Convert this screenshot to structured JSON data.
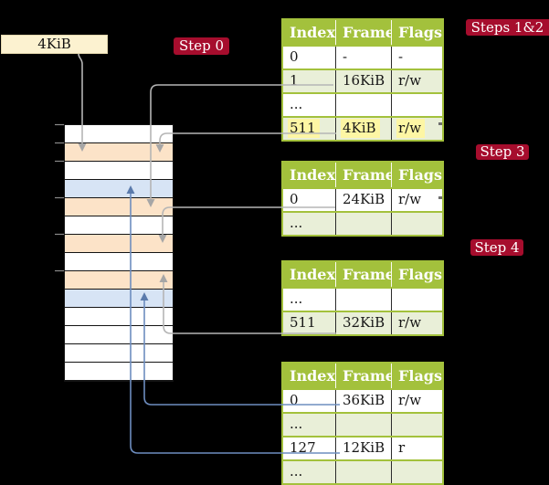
{
  "colors": {
    "background": "#000000",
    "green": "#a3c13c",
    "rowAlt": "#e9efd8",
    "hl": "#fdf6a4",
    "red": "#a60d2d",
    "cream": "#fcf2d0",
    "creamBorder": "#e3d7ad",
    "peach": "#fce3c8",
    "blueRow": "#d7e4f5",
    "grayLine": "#b5b5b5",
    "grayHead": "#a6a6a6",
    "blueLine": "#6d8dbf",
    "blueHead": "#5b7bac"
  },
  "size_box": {
    "label": "4KiB"
  },
  "steps": {
    "step0": "Step 0",
    "steps12": "Steps 1&2",
    "step3": "Step 3",
    "step4": "Step 4"
  },
  "memory": {
    "rows": [
      {
        "shade": "white"
      },
      {
        "shade": "peach"
      },
      {
        "shade": "white"
      },
      {
        "shade": "blue"
      },
      {
        "shade": "peach"
      },
      {
        "shade": "white"
      },
      {
        "shade": "peach"
      },
      {
        "shade": "white"
      },
      {
        "shade": "peach"
      },
      {
        "shade": "blue"
      },
      {
        "shade": "white"
      },
      {
        "shade": "white"
      },
      {
        "shade": "white"
      },
      {
        "shade": "white"
      }
    ]
  },
  "tables": {
    "t1": {
      "headers": [
        "Index",
        "Frame",
        "Flags"
      ],
      "rows": [
        {
          "index": "0",
          "frame": "-",
          "flags": "-",
          "shade": "",
          "hl": ""
        },
        {
          "index": "1",
          "frame": "16KiB",
          "flags": "r/w",
          "shade": "alt",
          "hl": ""
        },
        {
          "index": "...",
          "frame": "",
          "flags": "",
          "shade": "",
          "hl": ""
        },
        {
          "index": "511",
          "frame": "4KiB",
          "flags": "r/w",
          "shade": "alt",
          "hl": "hl"
        }
      ]
    },
    "t2": {
      "headers": [
        "Index",
        "Frame",
        "Flags"
      ],
      "rows": [
        {
          "index": "0",
          "frame": "24KiB",
          "flags": "r/w",
          "shade": "",
          "hl": ""
        },
        {
          "index": "...",
          "frame": "",
          "flags": "",
          "shade": "alt",
          "hl": ""
        }
      ]
    },
    "t3": {
      "headers": [
        "Index",
        "Frame",
        "Flags"
      ],
      "rows": [
        {
          "index": "...",
          "frame": "",
          "flags": "",
          "shade": "",
          "hl": ""
        },
        {
          "index": "511",
          "frame": "32KiB",
          "flags": "r/w",
          "shade": "alt",
          "hl": ""
        }
      ]
    },
    "t4": {
      "headers": [
        "Index",
        "Frame",
        "Flags"
      ],
      "rows": [
        {
          "index": "0",
          "frame": "36KiB",
          "flags": "r/w",
          "shade": "",
          "hl": ""
        },
        {
          "index": "...",
          "frame": "",
          "flags": "",
          "shade": "alt",
          "hl": ""
        },
        {
          "index": "127",
          "frame": "12KiB",
          "flags": "r",
          "shade": "",
          "hl": ""
        },
        {
          "index": "...",
          "frame": "",
          "flags": "",
          "shade": "alt",
          "hl": ""
        }
      ]
    }
  }
}
